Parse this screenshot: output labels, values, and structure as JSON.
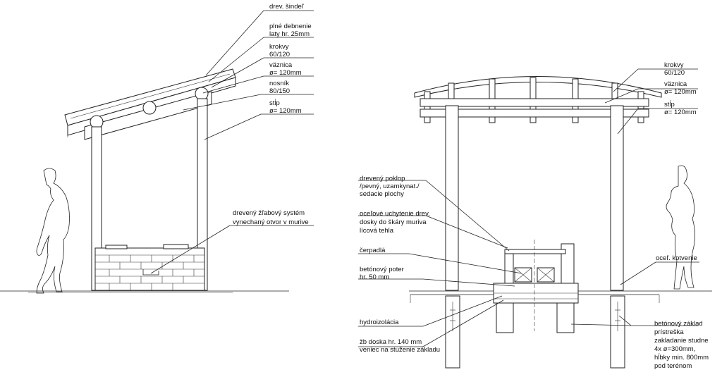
{
  "left_labels": {
    "sindel": "drev. šindeľ",
    "debnenie_1": "plné debnenie",
    "debnenie_2": "laty hr. 25mm",
    "krokvy_1": "krokvy",
    "krokvy_2": "60/120",
    "vaznica_1": "väznica",
    "vaznica_2": "ø= 120mm",
    "nosnik_1": "nosník",
    "nosnik_2": "80/150",
    "stlp_1": "stĺp",
    "stlp_2": "ø= 120mm",
    "zlab_1": "drevený žľabový systém",
    "zlab_2": "vynechaný otvor v murive"
  },
  "right_labels": {
    "krokvy_1": "krokvy",
    "krokvy_2": "60/120",
    "vaznica_1": "väznica",
    "vaznica_2": "ø= 120mm",
    "stlp_1": "stĺp",
    "stlp_2": "ø= 120mm",
    "poklop_1": "drevený poklop",
    "poklop_2": "/pevný, uzamkynat./",
    "poklop_3": "sedacie plochy",
    "uchytenie_1": "oceľové uchytenie drev.",
    "uchytenie_2": "dosky do škáry muriva",
    "uchytenie_3": "lícová tehla",
    "cerpadla": "čerpadlá",
    "poter_1": "betónový poter",
    "poter_2": "hr. 50 mm",
    "hydro": "hydroizolácia",
    "doska_1": "žb doska hr. 140 mm",
    "doska_2": "veniec na stuženie základu",
    "kotvenie": "oceľ. kotvenie",
    "zaklad_1": "betónový základ",
    "zaklad_2": "prístreška",
    "zaklad_3": "zakladanie studne",
    "zaklad_4": "4x ø=300mm,",
    "zaklad_5": "hĺbky min. 800mm",
    "zaklad_6": "pod terénom"
  }
}
